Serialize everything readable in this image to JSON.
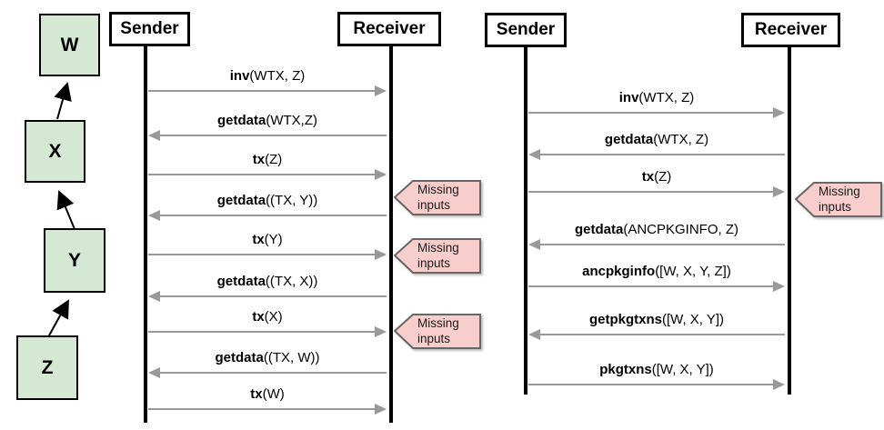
{
  "chain": {
    "nodes": [
      {
        "id": "W",
        "label": "W"
      },
      {
        "id": "X",
        "label": "X"
      },
      {
        "id": "Y",
        "label": "Y"
      },
      {
        "id": "Z",
        "label": "Z"
      }
    ],
    "edges": [
      {
        "from": "Z",
        "to": "Y"
      },
      {
        "from": "Y",
        "to": "X"
      },
      {
        "from": "X",
        "to": "W"
      }
    ]
  },
  "diagram1": {
    "sender_label": "Sender",
    "receiver_label": "Receiver",
    "messages": [
      {
        "name": "inv",
        "args": "(WTX, Z)",
        "direction": "right"
      },
      {
        "name": "getdata",
        "args": "(WTX,Z)",
        "direction": "left"
      },
      {
        "name": "tx",
        "args": "(Z)",
        "direction": "right"
      },
      {
        "name": "getdata",
        "args": "((TX, Y))",
        "direction": "left"
      },
      {
        "name": "tx",
        "args": "(Y)",
        "direction": "right"
      },
      {
        "name": "getdata",
        "args": "((TX, X))",
        "direction": "left"
      },
      {
        "name": "tx",
        "args": "(X)",
        "direction": "right"
      },
      {
        "name": "getdata",
        "args": "((TX, W))",
        "direction": "left"
      },
      {
        "name": "tx",
        "args": "(W)",
        "direction": "right"
      }
    ],
    "callouts": [
      {
        "text": "Missing inputs"
      },
      {
        "text": "Missing inputs"
      },
      {
        "text": "Missing inputs"
      }
    ]
  },
  "diagram2": {
    "sender_label": "Sender",
    "receiver_label": "Receiver",
    "messages": [
      {
        "name": "inv",
        "args": "(WTX, Z)",
        "direction": "right"
      },
      {
        "name": "getdata",
        "args": "(WTX, Z)",
        "direction": "left"
      },
      {
        "name": "tx",
        "args": "(Z)",
        "direction": "right"
      },
      {
        "name": "getdata",
        "args": "(ANCPKGINFO, Z)",
        "direction": "left"
      },
      {
        "name": "ancpkginfo",
        "args": "([W, X, Y, Z])",
        "direction": "right"
      },
      {
        "name": "getpkgtxns",
        "args": "([W, X, Y])",
        "direction": "left"
      },
      {
        "name": "pkgtxns",
        "args": "([W, X, Y])",
        "direction": "right"
      }
    ],
    "callouts": [
      {
        "text": "Missing inputs"
      }
    ]
  },
  "colors": {
    "tx_node_fill": "#d5e8d4",
    "tx_node_border": "#000000",
    "callout_fill": "#f8cecc",
    "callout_border": "#666666",
    "message_arrow": "#999999",
    "lifeline": "#000000"
  }
}
